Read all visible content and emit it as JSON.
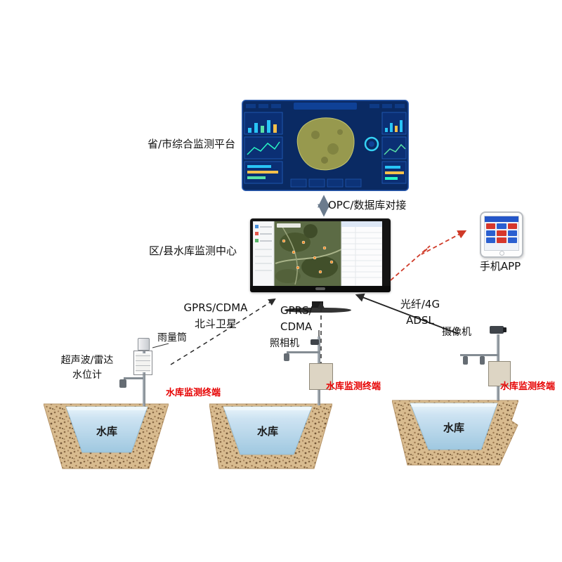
{
  "nodes": {
    "platform": {
      "label": "省/市综合监测平台"
    },
    "monitor_center": {
      "label": "区/县水库监测中心"
    },
    "phone": {
      "label": "手机APP"
    }
  },
  "links": {
    "opc": {
      "label": "OPC/数据库对接"
    },
    "left_uplink": {
      "line1": "GPRS/CDMA",
      "line2": "北斗卫星"
    },
    "mid_uplink": {
      "line1": "GPRS/",
      "line2": "CDMA"
    },
    "right_uplink": {
      "line1": "光纤/4G",
      "line2": "ADSL"
    }
  },
  "equipment": {
    "rain_gauge": "雨量筒",
    "photo_camera": "照相机",
    "video_camera": "摄像机",
    "water_level_line1": "超声波/雷达",
    "water_level_line2": "水位计"
  },
  "stations": [
    {
      "terminal": "水库监测终端",
      "reservoir": "水库"
    },
    {
      "terminal": "水库监测终端",
      "reservoir": "水库"
    },
    {
      "terminal": "水库监测终端",
      "reservoir": "水库"
    }
  ],
  "colors": {
    "terminal_text": "#e60000",
    "link_red": "#cf3a28",
    "water": "#a9cfe5",
    "soil": "#d8bb8f",
    "dashboard_blue": "#0a2a63"
  }
}
